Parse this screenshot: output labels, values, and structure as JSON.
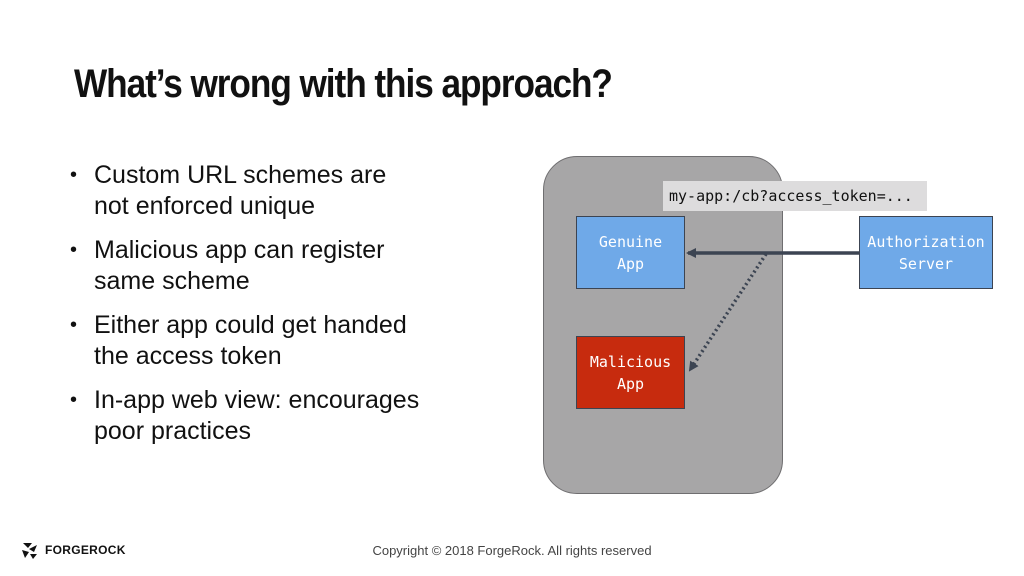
{
  "slide": {
    "title": "What’s wrong with this approach?",
    "bullets": [
      "Custom URL schemes are\nnot enforced unique",
      "Malicious app can register\nsame scheme",
      "Either app could get handed\nthe access token",
      "In-app web view: encourages\npoor practices"
    ]
  },
  "diagram": {
    "genuine_app": "Genuine\nApp",
    "malicious_app": "Malicious\nApp",
    "authorization_server": "Authorization\nServer",
    "redirect_url": "my-app:/cb?access_token=...",
    "colors": {
      "app_box": "#6fa9e8",
      "malicious_box": "#c72b0e",
      "device": "#a7a6a7",
      "arrow": "#3c4452"
    }
  },
  "footer": {
    "logo_text": "FORGEROCK",
    "copyright": "Copyright © 2018 ForgeRock. All rights reserved"
  }
}
